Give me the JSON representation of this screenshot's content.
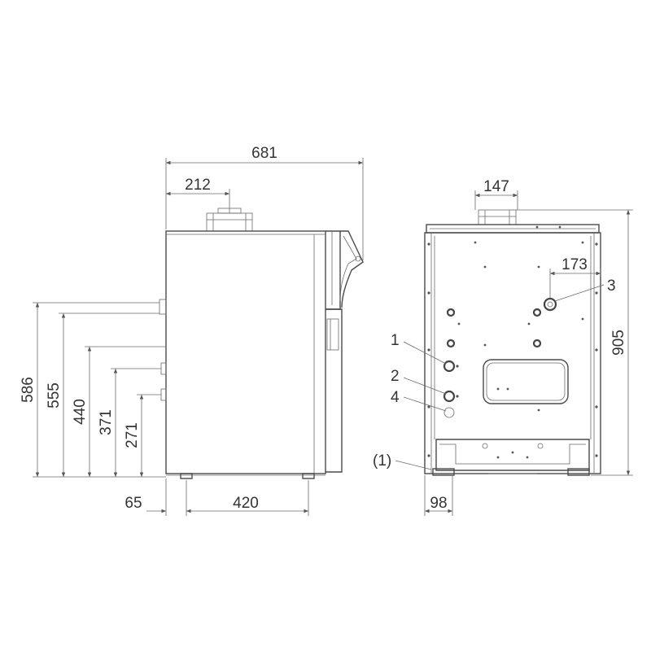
{
  "side_view": {
    "dim_width_total": "681",
    "dim_flue_offset": "212",
    "dim_foot_offset": "65",
    "dim_foot_spacing": "420",
    "dim_h_586": "586",
    "dim_h_555": "555",
    "dim_h_440": "440",
    "dim_h_371": "371",
    "dim_h_271": "271"
  },
  "rear_view": {
    "dim_flue_width": "147",
    "dim_conn3_offset": "173",
    "dim_height_total": "905",
    "dim_foot": "98",
    "callout_1": "1",
    "callout_2": "2",
    "callout_3": "3",
    "callout_4": "4",
    "callout_1_paren": "(1)"
  },
  "colors": {
    "line": "#4a4a4a",
    "text": "#333333",
    "background": "#ffffff"
  }
}
